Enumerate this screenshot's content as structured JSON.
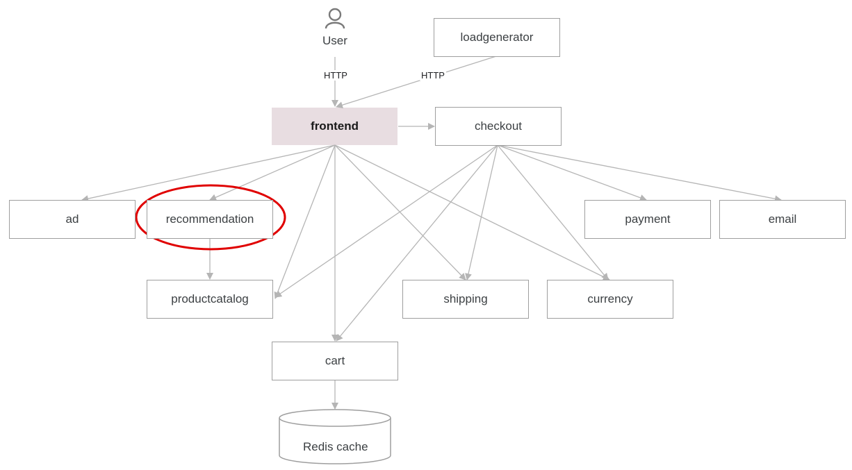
{
  "user": {
    "label": "User",
    "icon": "user-icon"
  },
  "edge_labels": {
    "user_http": "HTTP",
    "loadgen_http": "HTTP"
  },
  "services": {
    "loadgenerator": "loadgenerator",
    "frontend": "frontend",
    "checkout": "checkout",
    "ad": "ad",
    "recommendation": "recommendation",
    "payment": "payment",
    "email": "email",
    "productcatalog": "productcatalog",
    "shipping": "shipping",
    "currency": "currency",
    "cart": "cart"
  },
  "database": {
    "label": "Redis cache"
  },
  "colors": {
    "frontend_fill": "#e8dde1",
    "box_border": "#9e9e9e",
    "edge": "#b5b5b5",
    "highlight": "#e00000"
  }
}
